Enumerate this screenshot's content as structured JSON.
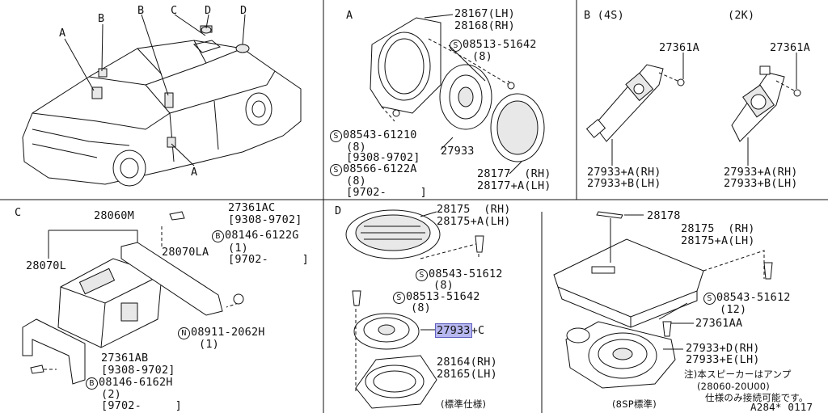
{
  "panel_A_car": {
    "callouts": [
      "A",
      "B",
      "B",
      "C",
      "D",
      "D",
      "A"
    ]
  },
  "panel_A": {
    "title": "A",
    "p1": "28167(LH)",
    "p2": "28168(RH)",
    "s1": "08513-51642",
    "s1q": "(8)",
    "s2": "08543-61210",
    "s2q": "(8)",
    "s2d": "[9308-9702]",
    "s3": "08566-6122A",
    "s3q": "(8)",
    "s3d": "[9702-     ]",
    "p3": "27933",
    "p4": "28177  (RH)",
    "p5": "28177+A(LH)"
  },
  "panel_B": {
    "title": "B (4S)",
    "title2": "(2K)",
    "p1": "27361A",
    "p2": "27361A",
    "p3": "27933+A(RH)",
    "p4": "27933+B(LH)",
    "p5": "27933+A(RH)",
    "p6": "27933+B(LH)"
  },
  "panel_C": {
    "title": "C",
    "p1": "28060M",
    "p2": "27361AC",
    "p2d": "[9308-9702]",
    "s1": "08146-6122G",
    "s1q": "(1)",
    "s1d": "[9702-     ]",
    "p3": "28070LA",
    "p4": "28070L",
    "n1": "08911-2062H",
    "n1q": "(1)",
    "p5": "27361AB",
    "p5d": "[9308-9702]",
    "s2": "08146-6162H",
    "s2q": "(2)",
    "s2d": "[9702-     ]"
  },
  "panel_D": {
    "title": "D",
    "p1": "28175  (RH)",
    "p2": "28175+A(LH)",
    "s1": "08543-51612",
    "s1q": "(8)",
    "s2": "08513-51642",
    "s2q": "(8)",
    "p3": "27933",
    "p3s": "+C",
    "p4": "28164(RH)",
    "p5": "28165(LH)",
    "foot": "(標準仕様)"
  },
  "panel_E": {
    "p1": "28178",
    "p2": "28175  (RH)",
    "p3": "28175+A(LH)",
    "s1": "08543-51612",
    "s1q": "(12)",
    "p4": "27361AA",
    "p5": "27933+D(RH)",
    "p6": "27933+E(LH)",
    "note1": "注)本スピーカーはアンプ",
    "note2": "(28060-20U00)",
    "note3": "仕様のみ接続可能です。",
    "foot": "(8SP標準)",
    "code": "A284* 0117"
  },
  "symbols": {
    "S": "S",
    "B": "B",
    "N": "N"
  }
}
